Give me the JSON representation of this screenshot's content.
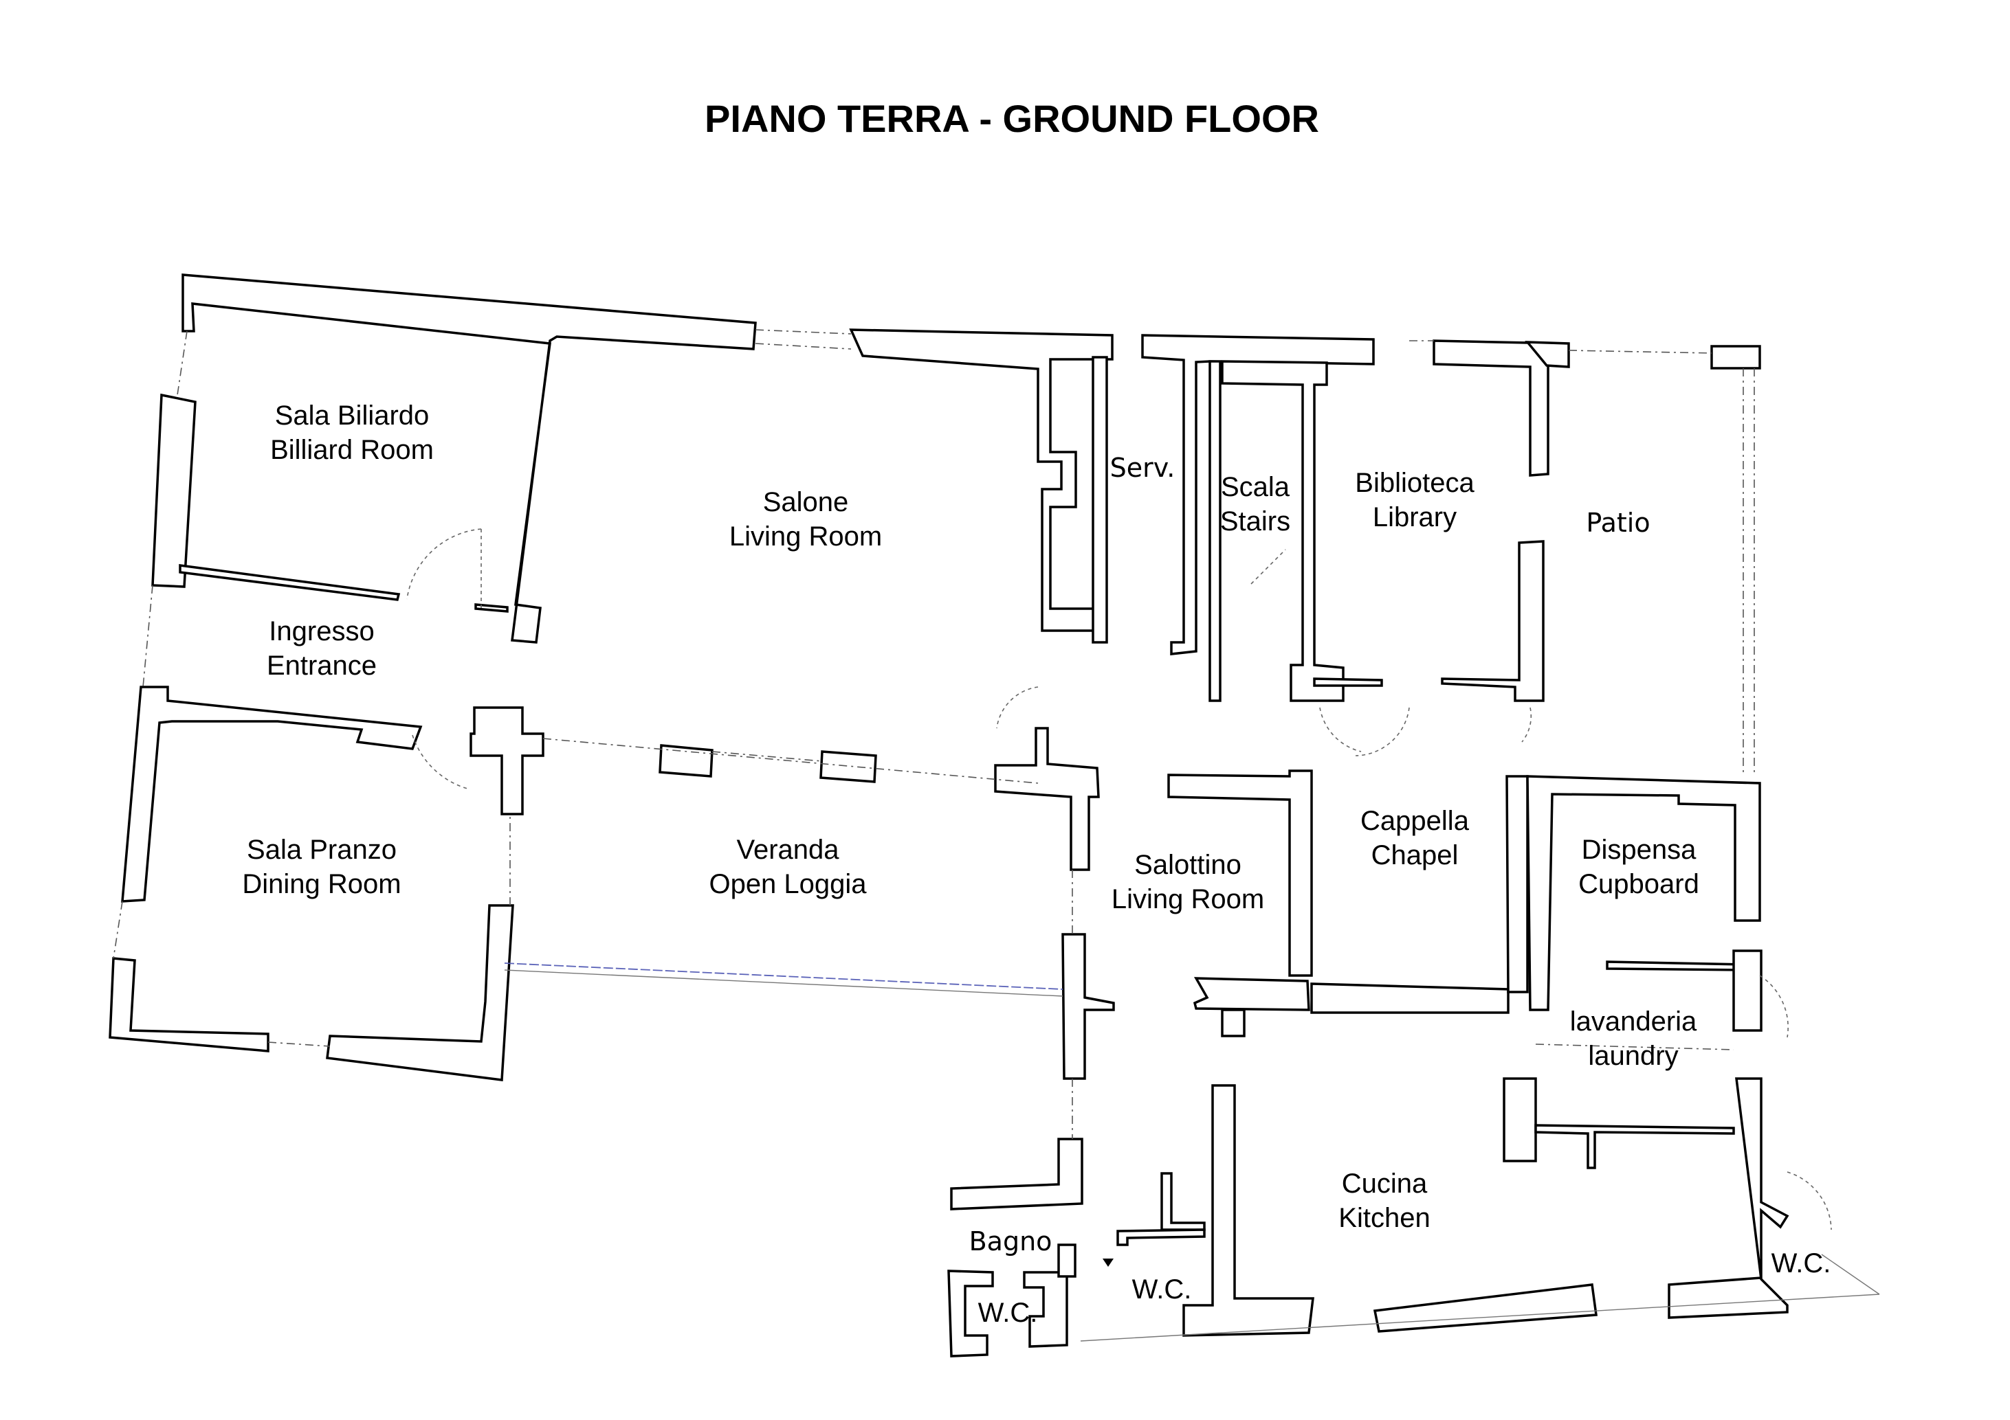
{
  "title": "PIANO TERRA - GROUND FLOOR",
  "rooms": {
    "billiard": {
      "it": "Sala Biliardo",
      "en": "Billiard Room"
    },
    "salone": {
      "it": "Salone",
      "en": "Living Room"
    },
    "serv": {
      "it": "Serv."
    },
    "stairs": {
      "it": "Scala",
      "en": "Stairs"
    },
    "library": {
      "it": "Biblioteca",
      "en": "Library"
    },
    "patio": {
      "en": "Patio"
    },
    "entrance": {
      "it": "Ingresso",
      "en": "Entrance"
    },
    "dining": {
      "it": "Sala Pranzo",
      "en": "Dining Room"
    },
    "veranda": {
      "it": "Veranda",
      "en": "Open Loggia"
    },
    "salottino": {
      "it": "Salottino",
      "en": "Living Room"
    },
    "chapel": {
      "it": "Cappella",
      "en": "Chapel"
    },
    "cupboard": {
      "it": "Dispensa",
      "en": "Cupboard"
    },
    "laundry": {
      "it": "lavanderia",
      "en": "laundry"
    },
    "kitchen": {
      "it": "Cucina",
      "en": "Kitchen"
    },
    "bagno": {
      "it": "Bagno"
    },
    "wc_left": {
      "it": "W.C."
    },
    "wc_mid": {
      "it": "W.C."
    },
    "wc_right": {
      "it": "W.C."
    }
  }
}
